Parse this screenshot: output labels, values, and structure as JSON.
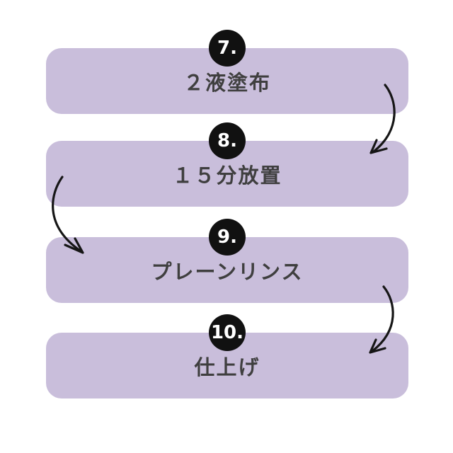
{
  "flow": {
    "background": "#ffffff",
    "colors": {
      "block": "#c9bedb",
      "badge": "#111111",
      "badge_text": "#ffffff",
      "label_text": "#3f3f3f",
      "arrow": "#161616"
    },
    "steps": [
      {
        "number": "7.",
        "label": "２液塗布"
      },
      {
        "number": "8.",
        "label": "１５分放置"
      },
      {
        "number": "9.",
        "label": "プレーンリンス"
      },
      {
        "number": "10.",
        "label": "仕上げ"
      }
    ],
    "arrows": [
      {
        "icon": "curved-arrow-down-left",
        "from": "step-7",
        "to": "step-8",
        "side": "right"
      },
      {
        "icon": "curved-arrow-down-right",
        "from": "step-8",
        "to": "step-9",
        "side": "left"
      },
      {
        "icon": "curved-arrow-down-left",
        "from": "step-9",
        "to": "step-10",
        "side": "right"
      }
    ]
  }
}
